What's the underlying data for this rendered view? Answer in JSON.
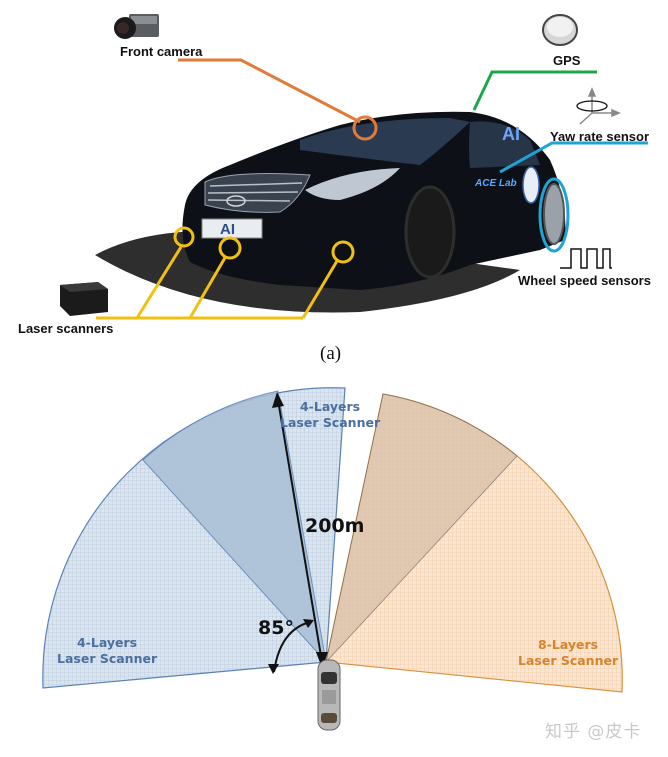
{
  "figure_a": {
    "caption": "(a)",
    "sensors": [
      {
        "id": "front_camera",
        "label": "Front camera",
        "color": "#e07b39",
        "icon": "camera-icon"
      },
      {
        "id": "gps",
        "label": "GPS",
        "color": "#1aa84b",
        "icon": "gps-antenna-icon"
      },
      {
        "id": "yaw_rate",
        "label": "Yaw rate sensor",
        "color": "#1fa3d6",
        "icon": "rotation-axes-icon"
      },
      {
        "id": "wheel_speed",
        "label": "Wheel speed sensors",
        "color": "#1fa3d6",
        "icon": "pulse-wave-icon"
      },
      {
        "id": "laser_scanners",
        "label": "Laser scanners",
        "color": "#f2c012",
        "icon": "laser-scanner-icon"
      }
    ],
    "car": {
      "plate_text": "AI",
      "door_text": "ACE Lab",
      "window_text": "AI"
    }
  },
  "figure_b": {
    "sectors": [
      {
        "name": "left",
        "title": "4-Layers",
        "subtitle": "Laser Scanner",
        "color": "#4a6fa0",
        "fill": "#c9d7e6"
      },
      {
        "name": "front",
        "title": "4-Layers",
        "subtitle": "Laser Scanner",
        "color": "#4a6fa0",
        "fill": "#d4dfea"
      },
      {
        "name": "right",
        "title": "8-Layers",
        "subtitle": "Laser Scanner",
        "color": "#d9822b",
        "fill": "#f7dcc0"
      }
    ],
    "range_label": "200m",
    "angle_label": "85°"
  },
  "watermark": "知乎 @皮卡"
}
